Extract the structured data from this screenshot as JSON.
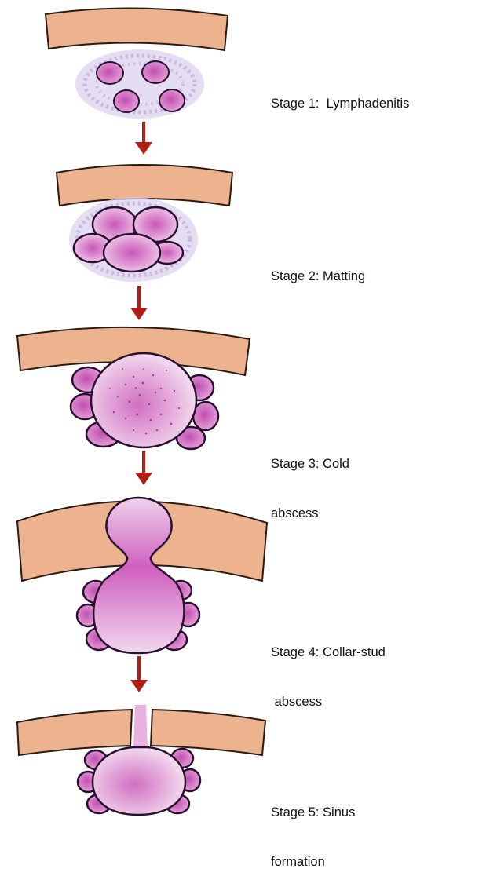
{
  "colors": {
    "skin_fill": "#EDB38F",
    "skin_outline": "#2a1a14",
    "node_fill": "#C957B7",
    "node_light": "#F3D9EE",
    "node_outline": "#2a1030",
    "halo": "#C7B9DF",
    "arrow": "#B01E16"
  },
  "stages": [
    {
      "label_lines": [
        "Stage 1:  Lymphadenitis"
      ]
    },
    {
      "label_lines": [
        "Stage 2: Matting"
      ]
    },
    {
      "label_lines": [
        "Stage 3: Cold",
        "abscess"
      ]
    },
    {
      "label_lines": [
        "Stage 4: Collar-stud",
        " abscess"
      ]
    },
    {
      "label_lines": [
        "Stage 5: Sinus",
        "formation"
      ]
    }
  ]
}
